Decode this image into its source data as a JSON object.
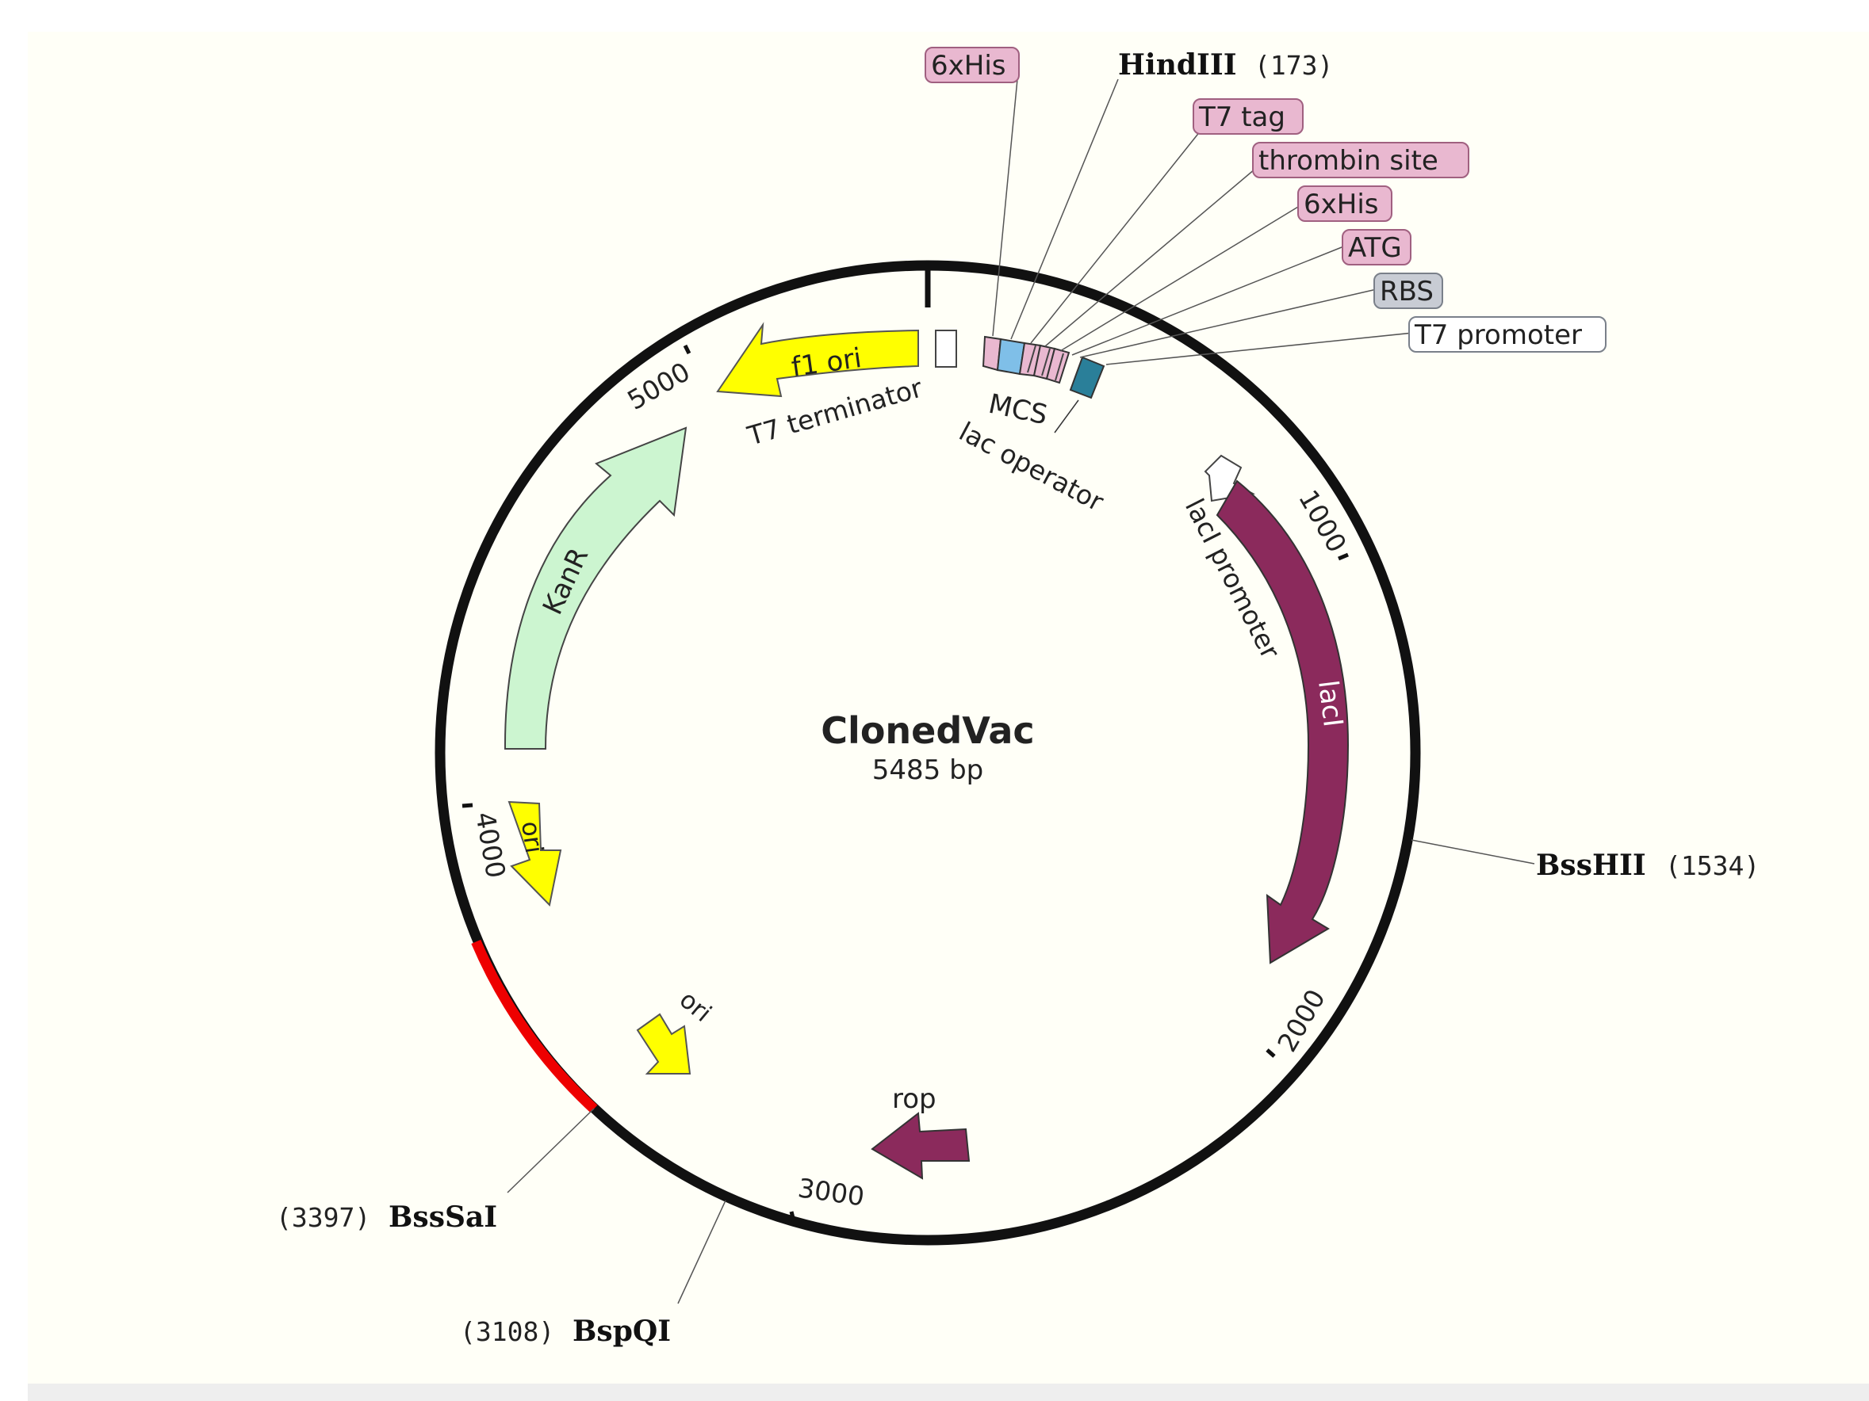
{
  "plasmid": {
    "name": "ClonedVac",
    "size": "5485 bp"
  },
  "colors": {
    "backbone": "#111111",
    "highlight_arc": "#ee0000",
    "yellow_feature": "#ffff00",
    "green_feature": "#ccf5d0",
    "maroon_feature": "#8b2a5c",
    "pink_label": "#e9b8d0",
    "grey_label": "#c8ccd4",
    "white_label": "#ffffff",
    "mcs_blue": "#7fbfe8",
    "teal_operator": "#2a7f99"
  },
  "ticks": [
    "1000",
    "2000",
    "3000",
    "4000",
    "5000"
  ],
  "features": {
    "f1_ori": "f1 ori",
    "t7_terminator": "T7 terminator",
    "mcs": "MCS",
    "lac_operator": "lac operator",
    "laci_promoter": "lacI promoter",
    "laci": "lacI",
    "rop": "rop",
    "ori_1": "ori",
    "ori_2": "ori",
    "kanr": "KanR"
  },
  "callouts": [
    {
      "text": "6xHis",
      "style": "pink"
    },
    {
      "text": "T7 tag",
      "style": "pink"
    },
    {
      "text": "thrombin site",
      "style": "pink"
    },
    {
      "text": "6xHis",
      "style": "pink"
    },
    {
      "text": "ATG",
      "style": "pink"
    },
    {
      "text": "RBS",
      "style": "grey"
    },
    {
      "text": "T7 promoter",
      "style": "white"
    }
  ],
  "sites": {
    "hindiii": {
      "name": "HindIII",
      "pos": "(173)"
    },
    "bsshii": {
      "name": "BssHII",
      "pos": "(1534)"
    },
    "bsssai": {
      "name": "BssSaI",
      "pos": "(3397)"
    },
    "bspqi": {
      "name": "BspQI",
      "pos": "(3108)"
    }
  }
}
